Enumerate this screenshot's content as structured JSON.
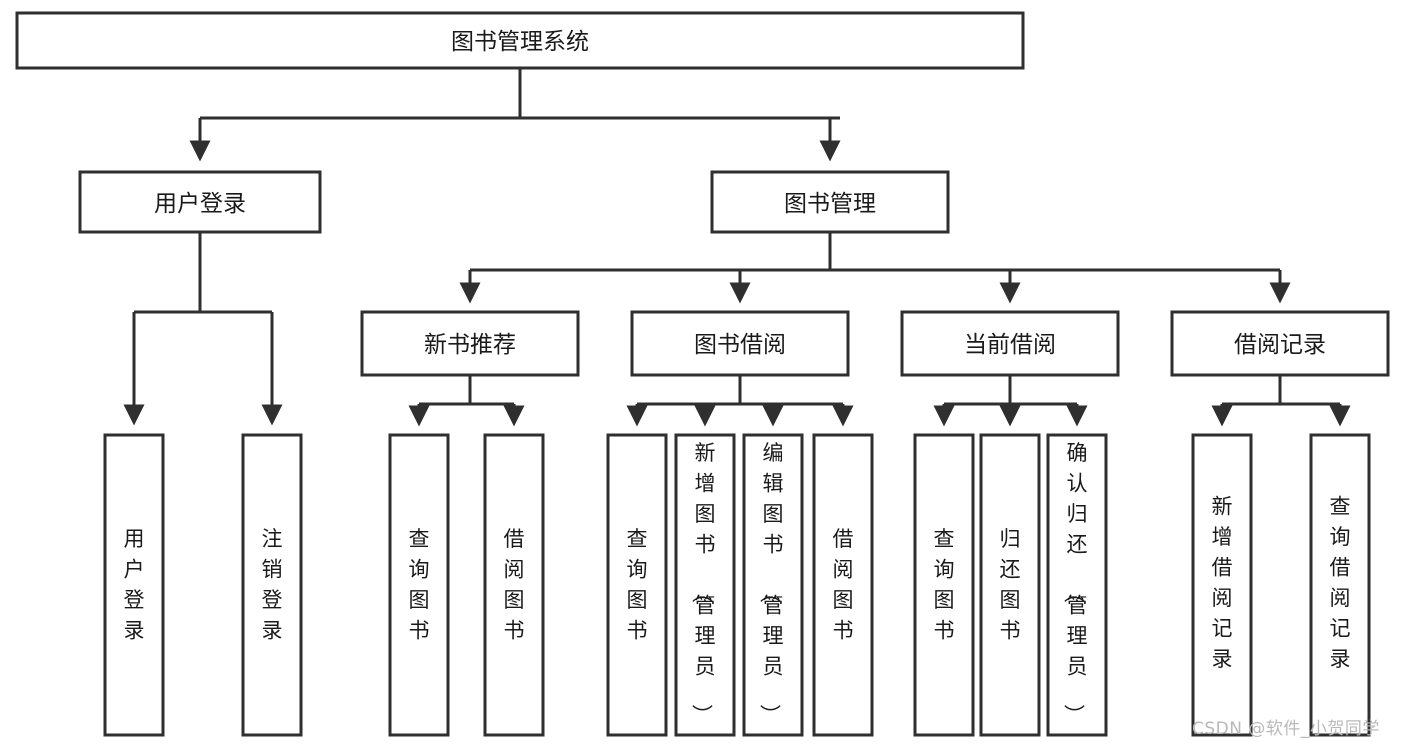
{
  "diagram": {
    "title": "图书管理系统",
    "watermark": "CSDN @软件_小贺同学",
    "type": "tree-hierarchy-diagram",
    "orientation": "top-down",
    "colors": {
      "box_fill": "#ffffff",
      "box_stroke": "#2f2f2f",
      "connector": "#2f2f2f",
      "text": "#1a1a1a",
      "watermark": "#b9b9b9"
    },
    "nodes": {
      "root": {
        "label": "图书管理系统",
        "level": 1,
        "orientation": "horizontal"
      },
      "l2": [
        {
          "id": "user-login",
          "label": "用户登录",
          "level": 2,
          "orientation": "horizontal"
        },
        {
          "id": "book-manage",
          "label": "图书管理",
          "level": 2,
          "orientation": "horizontal"
        }
      ],
      "l3": [
        {
          "id": "new-book-rec",
          "label": "新书推荐",
          "level": 3,
          "orientation": "horizontal"
        },
        {
          "id": "book-borrow",
          "label": "图书借阅",
          "level": 3,
          "orientation": "horizontal"
        },
        {
          "id": "current-borrow",
          "label": "当前借阅",
          "level": 3,
          "orientation": "horizontal"
        },
        {
          "id": "borrow-record",
          "label": "借阅记录",
          "level": 3,
          "orientation": "horizontal"
        }
      ],
      "leaves": {
        "user-login": [
          {
            "id": "leaf-user-login",
            "label": "用户登录",
            "chars": [
              "用",
              "户",
              "登",
              "录"
            ]
          },
          {
            "id": "leaf-logout",
            "label": "注销登录",
            "chars": [
              "注",
              "销",
              "登",
              "录"
            ]
          }
        ],
        "new-book-rec": [
          {
            "id": "leaf-query-book-1",
            "label": "查询图书",
            "chars": [
              "查",
              "询",
              "图",
              "书"
            ]
          },
          {
            "id": "leaf-borrow-book-1",
            "label": "借阅图书",
            "chars": [
              "借",
              "阅",
              "图",
              "书"
            ]
          }
        ],
        "book-borrow": [
          {
            "id": "leaf-query-book-2",
            "label": "查询图书",
            "chars": [
              "查",
              "询",
              "图",
              "书"
            ]
          },
          {
            "id": "leaf-add-book-admin",
            "label": "新增图书（管理员）",
            "chars": [
              "新",
              "增",
              "图",
              "书",
              "（",
              "管",
              "理",
              "员",
              "）"
            ]
          },
          {
            "id": "leaf-edit-book-admin",
            "label": "编辑图书（管理员）",
            "chars": [
              "编",
              "辑",
              "图",
              "书",
              "（",
              "管",
              "理",
              "员",
              "）"
            ]
          },
          {
            "id": "leaf-borrow-book-2",
            "label": "借阅图书",
            "chars": [
              "借",
              "阅",
              "图",
              "书"
            ]
          }
        ],
        "current-borrow": [
          {
            "id": "leaf-query-book-3",
            "label": "查询图书",
            "chars": [
              "查",
              "询",
              "图",
              "书"
            ]
          },
          {
            "id": "leaf-return-book",
            "label": "归还图书",
            "chars": [
              "归",
              "还",
              "图",
              "书"
            ]
          },
          {
            "id": "leaf-confirm-return-admin",
            "label": "确认归还（管理员）",
            "chars": [
              "确",
              "认",
              "归",
              "还",
              "（",
              "管",
              "理",
              "员",
              "）"
            ]
          }
        ],
        "borrow-record": [
          {
            "id": "leaf-add-borrow-record",
            "label": "新增借阅记录",
            "chars": [
              "新",
              "增",
              "借",
              "阅",
              "记",
              "录"
            ]
          },
          {
            "id": "leaf-query-borrow-record",
            "label": "查询借阅记录",
            "chars": [
              "查",
              "询",
              "借",
              "阅",
              "记",
              "录"
            ]
          }
        ]
      }
    }
  }
}
